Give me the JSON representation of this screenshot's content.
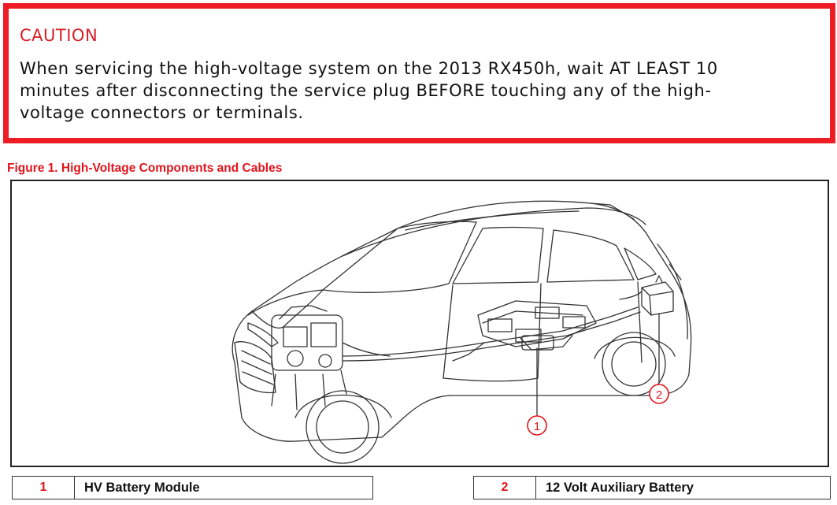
{
  "caution": {
    "title": "CAUTION",
    "body": "When servicing the high-voltage system on the 2013 RX450h, wait AT LEAST 10\nminutes after disconnecting the service plug BEFORE touching any of the high-\nvoltage connectors or terminals."
  },
  "figure": {
    "caption": "Figure 1. High-Voltage Components and Cables",
    "callouts": [
      {
        "number": "1",
        "target": "hv-battery-module"
      },
      {
        "number": "2",
        "target": "12-volt-auxiliary-battery"
      }
    ]
  },
  "legend": [
    {
      "number": "1",
      "label": "HV Battery Module"
    },
    {
      "number": "2",
      "label": "12 Volt Auxiliary Battery"
    }
  ],
  "colors": {
    "caution_border": "#ee1c24",
    "accent_red": "#e0141c",
    "line_art": "#333333"
  }
}
